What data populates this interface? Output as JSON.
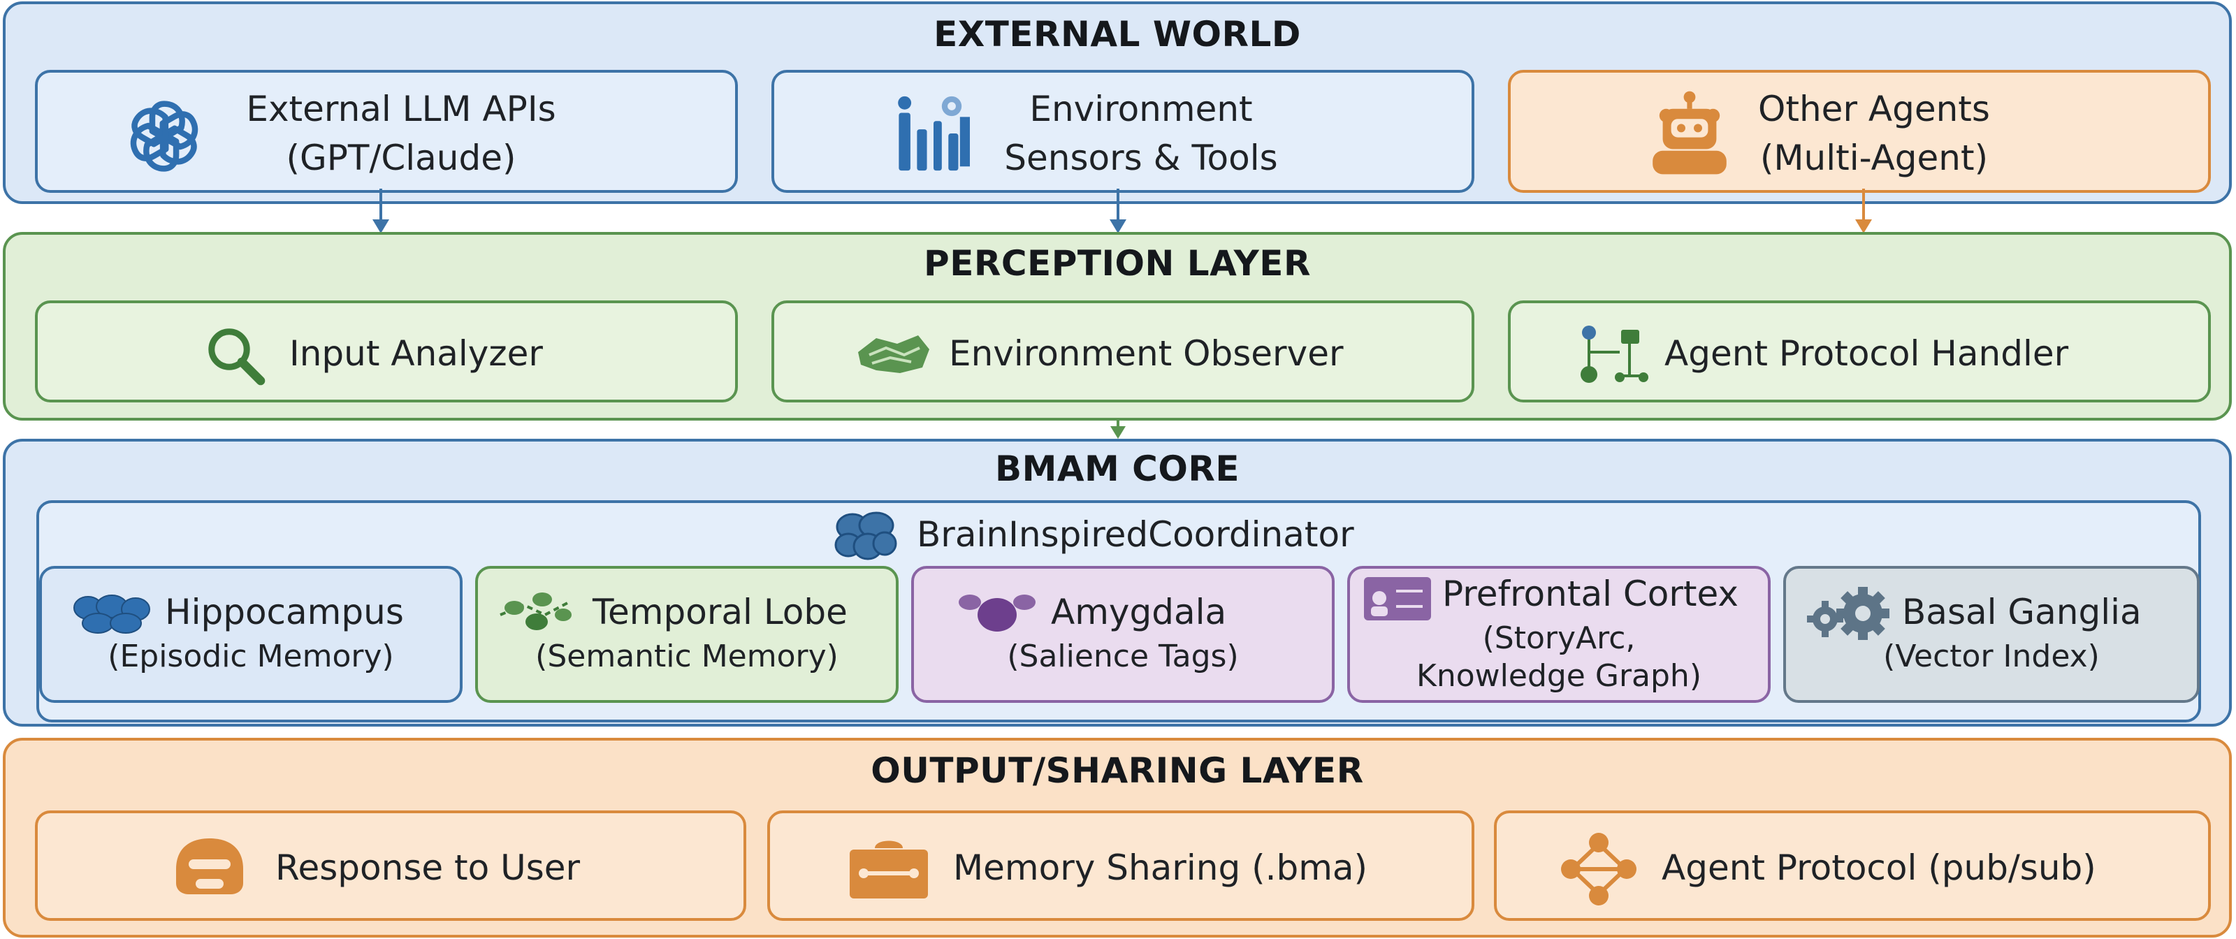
{
  "external": {
    "title": "EXTERNAL WORLD",
    "llm": {
      "line1": "External LLM APIs",
      "line2": "(GPT/Claude)"
    },
    "env": {
      "line1": "Environment",
      "line2": "Sensors & Tools"
    },
    "agents": {
      "line1": "Other Agents",
      "line2": "(Multi-Agent)"
    }
  },
  "perception": {
    "title": "PERCEPTION LAYER",
    "input": "Input Analyzer",
    "observer": "Environment Observer",
    "protocol": "Agent Protocol Handler"
  },
  "core": {
    "title": "BMAM CORE",
    "coordinator": "BrainInspiredCoordinator",
    "modules": [
      {
        "name": "Hippocampus",
        "sub": "(Episodic Memory)"
      },
      {
        "name": "Temporal Lobe",
        "sub": "(Semantic Memory)"
      },
      {
        "name": "Amygdala",
        "sub": "(Salience Tags)"
      },
      {
        "name": "Prefrontal Cortex",
        "sub1": "(StoryArc,",
        "sub2": "Knowledge Graph)"
      },
      {
        "name": "Basal Ganglia",
        "sub": "(Vector Index)"
      }
    ]
  },
  "output": {
    "title": "OUTPUT/SHARING LAYER",
    "response": "Response to User",
    "sharing": "Memory Sharing (.bma)",
    "protocol": "Agent Protocol (pub/sub)"
  },
  "colors": {
    "blue": "#3d73a7",
    "green": "#5a9450",
    "purple": "#8a64a4",
    "gray": "#64788a",
    "orange": "#d98a3d"
  }
}
